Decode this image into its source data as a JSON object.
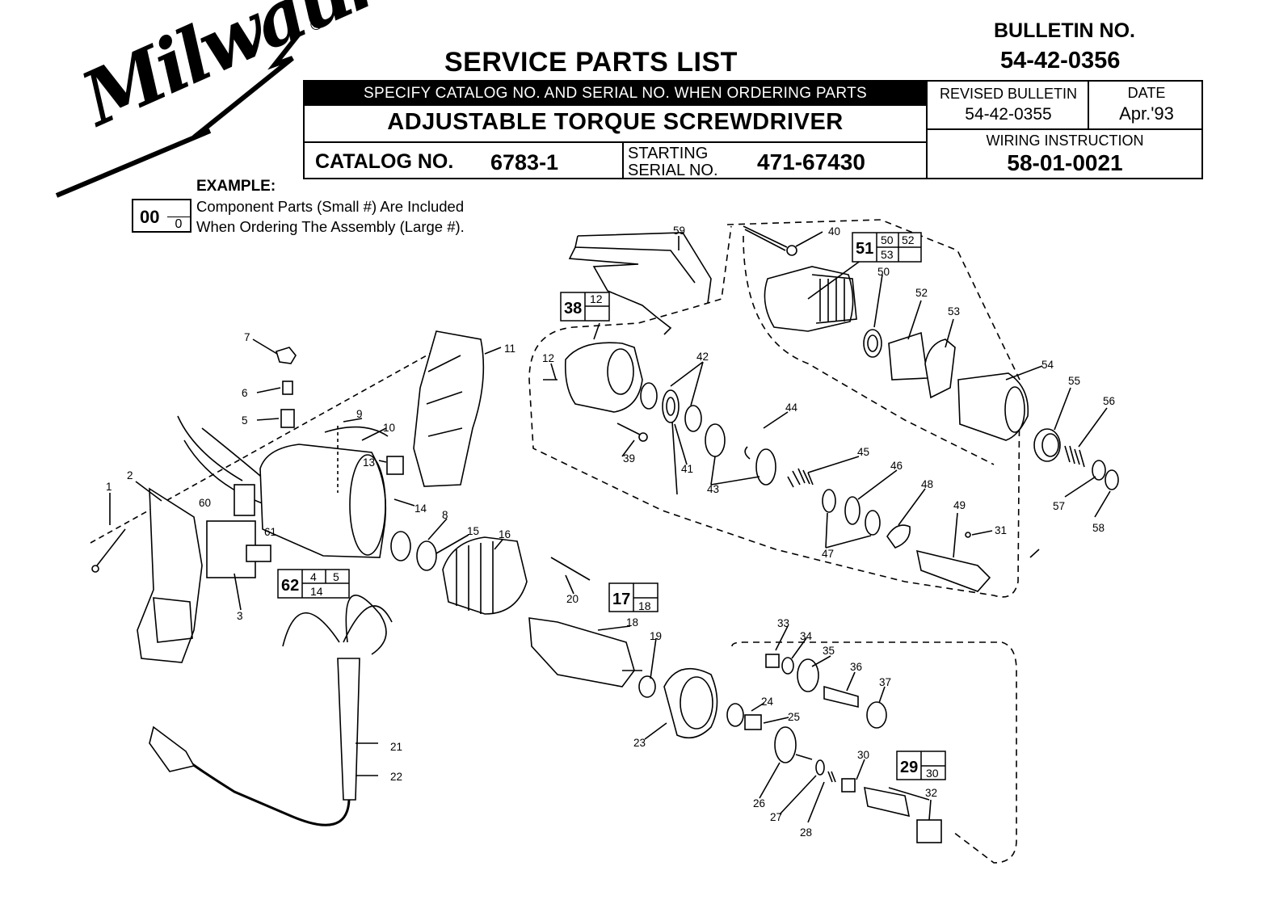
{
  "brand": {
    "name": "Milwaukee",
    "registered": "®"
  },
  "header": {
    "title": "SERVICE PARTS LIST",
    "bulletin_label": "BULLETIN NO.",
    "bulletin_no": "54-42-0356",
    "instruction": "SPECIFY CATALOG NO. AND SERIAL NO. WHEN ORDERING PARTS",
    "product": "ADJUSTABLE  TORQUE SCREWDRIVER",
    "catalog_label": "CATALOG NO.",
    "catalog_no": "6783-1",
    "starting_label": "STARTING",
    "serial_label": "SERIAL NO.",
    "serial_no": "471-67430",
    "revised_label": "REVISED BULLETIN",
    "revised_no": "54-42-0355",
    "date_label": "DATE",
    "date": "Apr.'93",
    "wiring_label": "WIRING INSTRUCTION",
    "wiring_no": "58-01-0021"
  },
  "example": {
    "title": "EXAMPLE:",
    "big": "00",
    "small": "0",
    "line1": "Component Parts (Small #) Are Included",
    "line2": "When Ordering The Assembly (Large #)."
  },
  "parts": {
    "p1": "1",
    "p2": "2",
    "p3": "3",
    "p5": "5",
    "p6": "6",
    "p7": "7",
    "p8": "8",
    "p9": "9",
    "p10": "10",
    "p11": "11",
    "p12": "12",
    "p13": "13",
    "p14": "14",
    "p15": "15",
    "p16": "16",
    "p18": "18",
    "p19": "19",
    "p20": "20",
    "p21": "21",
    "p22": "22",
    "p23": "23",
    "p24": "24",
    "p25": "25",
    "p26": "26",
    "p27": "27",
    "p28": "28",
    "p30": "30",
    "p31": "31",
    "p32": "32",
    "p33": "33",
    "p34": "34",
    "p35": "35",
    "p36": "36",
    "p37": "37",
    "p39": "39",
    "p40": "40",
    "p41": "41",
    "p42": "42",
    "p43": "43",
    "p44": "44",
    "p45": "45",
    "p46": "46",
    "p47": "47",
    "p48": "48",
    "p49": "49",
    "p50": "50",
    "p52": "52",
    "p53": "53",
    "p54": "54",
    "p55": "55",
    "p56": "56",
    "p57": "57",
    "p58": "58",
    "p59": "59",
    "p60": "60",
    "p61": "61"
  },
  "assemblies": {
    "a38": {
      "big": "38",
      "c1": "12"
    },
    "a51": {
      "big": "51",
      "c1": "50",
      "c2": "52",
      "c3": "53"
    },
    "a62": {
      "big": "62",
      "c1": "4",
      "c2": "5",
      "c3": "14"
    },
    "a17": {
      "big": "17",
      "c1": "18"
    },
    "a29": {
      "big": "29",
      "c1": "30"
    }
  }
}
